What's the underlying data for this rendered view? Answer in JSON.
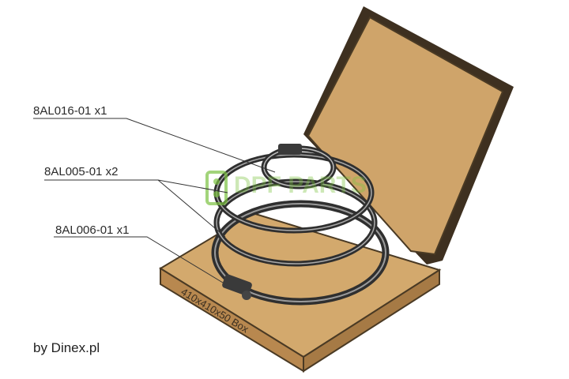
{
  "labels": {
    "part_top": "8AL016-01 x1",
    "part_middle": "8AL005-01 x2",
    "part_bottom": "8AL006-01 x1"
  },
  "box_print": "410x410x50 Box",
  "credit": "by Dinex.pl",
  "watermark": "DPF PARTS",
  "colors": {
    "cardboard_light": "#cfa46a",
    "cardboard_edge": "#4a3a24",
    "clamp_dark": "#2f2f2f",
    "clamp_light": "#d9d9d9",
    "watermark": "#7cc242"
  }
}
